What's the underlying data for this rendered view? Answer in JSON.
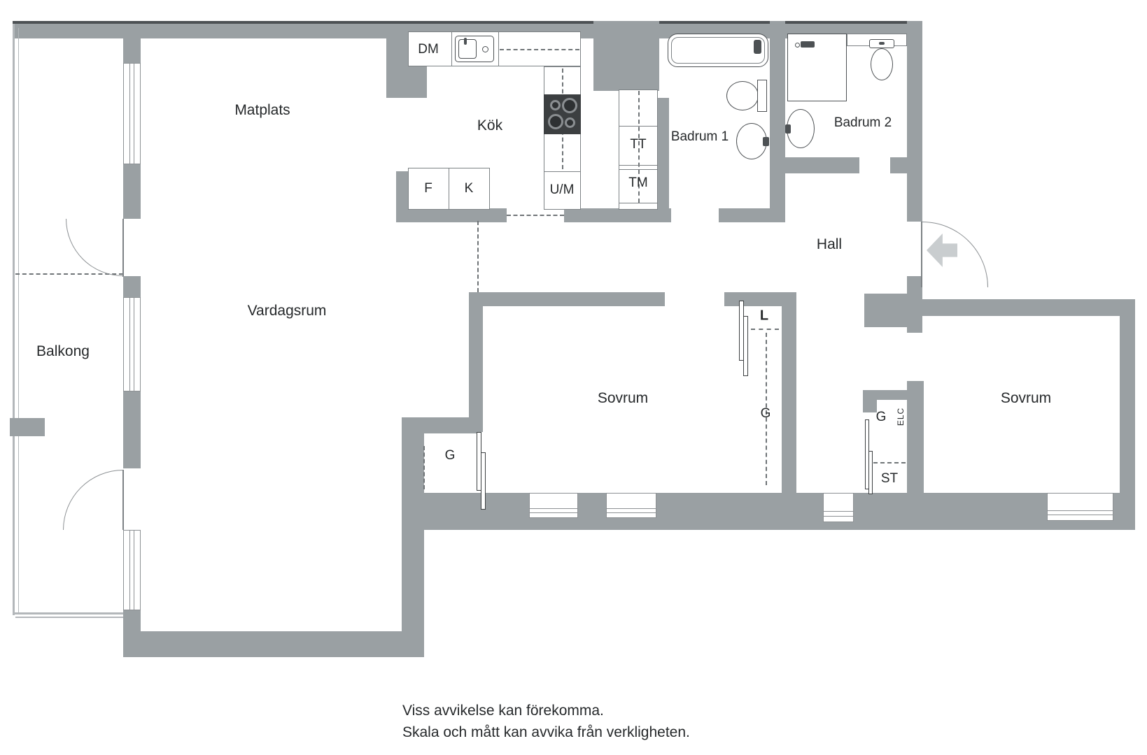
{
  "colors": {
    "wall": "#9aa0a3",
    "wall_edge": "#4d5154",
    "balcony_line": "#b3b7ba",
    "dash": "#6f7477",
    "fixture": "#4d5154",
    "stove": "#3c3f41",
    "arrow_fill": "#c9cdcf",
    "text": "#26292b"
  },
  "rooms": {
    "matplats": "Matplats",
    "kok": "Kök",
    "vardagsrum": "Vardagsrum",
    "balkong": "Balkong",
    "hall": "Hall",
    "badrum1": "Badrum 1",
    "badrum2": "Badrum 2",
    "sovrum1": "Sovrum",
    "sovrum2": "Sovrum"
  },
  "appliances": {
    "dm": "DM",
    "f": "F",
    "k": "K",
    "um": "U/M",
    "tt": "TT",
    "tm": "TM"
  },
  "storage": {
    "l": "L",
    "g_nook": "G",
    "g_wall": "G",
    "g_closet": "G",
    "elc": "ELC",
    "st": "ST"
  },
  "icons": {
    "sink": "kitchen-sink-icon",
    "stove": "stove-icon",
    "bathtub": "bathtub-icon",
    "toilet": "toilet-icon",
    "shower": "shower-icon",
    "washbasin": "washbasin-icon",
    "entrance_arrow": "entrance-arrow-icon"
  },
  "disclaimer": {
    "line1": "Viss avvikelse kan förekomma.",
    "line2": "Skala och mått kan avvika från verkligheten."
  }
}
